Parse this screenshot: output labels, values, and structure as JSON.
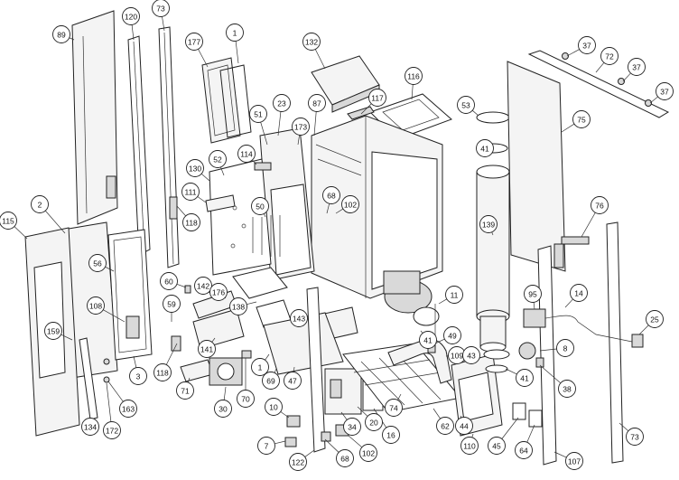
{
  "callouts": [
    "89",
    "120",
    "73",
    "177",
    "1",
    "132",
    "116",
    "37",
    "72",
    "37",
    "37",
    "75",
    "53",
    "41",
    "117",
    "23",
    "87",
    "173",
    "51",
    "114",
    "130",
    "52",
    "111",
    "118",
    "68",
    "102",
    "50",
    "2",
    "115",
    "56",
    "108",
    "159",
    "3",
    "134",
    "163",
    "172",
    "60",
    "59",
    "142",
    "176",
    "138",
    "118",
    "141",
    "71",
    "30",
    "70",
    "1",
    "69",
    "47",
    "143",
    "10",
    "7",
    "122",
    "68",
    "34",
    "20",
    "16",
    "74",
    "102",
    "11",
    "49",
    "41",
    "109",
    "43",
    "62",
    "44",
    "110",
    "139",
    "76",
    "95",
    "14",
    "25",
    "8",
    "41",
    "38",
    "45",
    "64",
    "73",
    "107"
  ]
}
